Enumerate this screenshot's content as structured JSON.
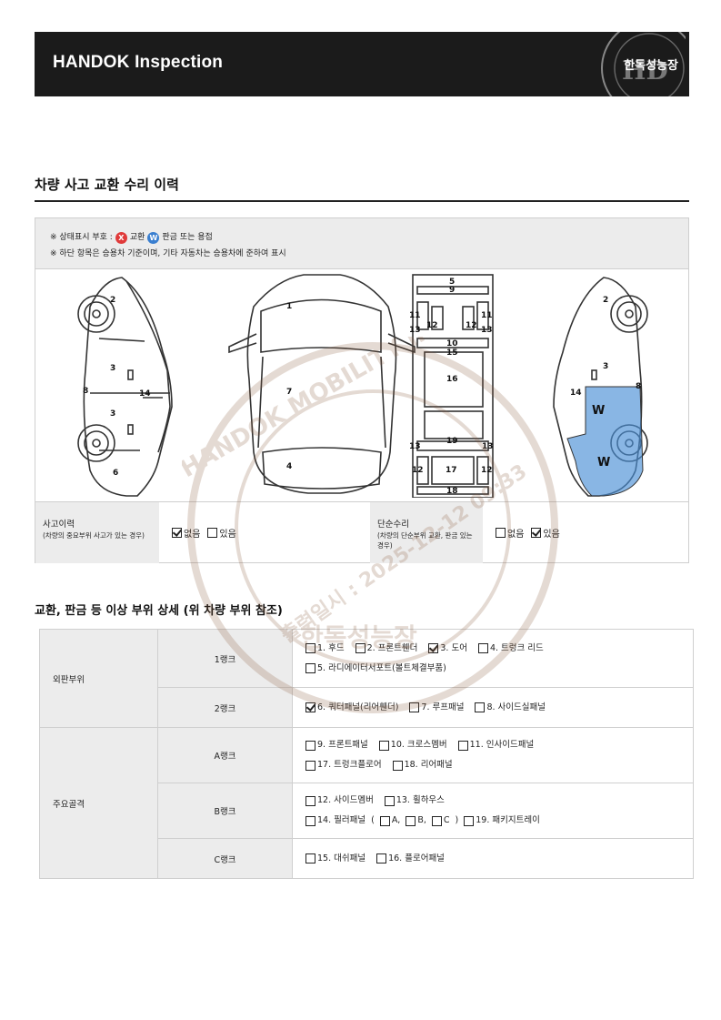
{
  "header": {
    "title": "HANDOK Inspection",
    "logo_text": "한독성능장"
  },
  "section": {
    "title": "차량 사고 교환 수리 이력"
  },
  "legend": {
    "line1_prefix": "※ 상태표시 부호 :",
    "exchange_label": "교환",
    "weld_label": "판금 또는 용접",
    "x_symbol": "X",
    "w_symbol": "W",
    "line2": "※ 하단 항목은 승용차 기준이며, 기타 자동차는 승용차에 준하여 표시"
  },
  "diagram": {
    "left_side_numbers": [
      "2",
      "3",
      "8",
      "14",
      "3",
      "6"
    ],
    "top_numbers": [
      "1",
      "7",
      "4"
    ],
    "frame_numbers": [
      "5",
      "9",
      "11",
      "11",
      "12",
      "12",
      "13",
      "13",
      "10",
      "15",
      "16",
      "19",
      "13",
      "13",
      "12",
      "17",
      "12",
      "18"
    ],
    "right_side_numbers": [
      "2",
      "3",
      "14",
      "8"
    ],
    "weld_marks": [
      "W",
      "W"
    ]
  },
  "status": {
    "accident_label": "사고이력",
    "accident_sub": "(차량의 중요부위 사고가 있는 경우)",
    "accident_none": "없음",
    "accident_yes": "있음",
    "simple_label": "단순수리",
    "simple_sub": "(차량의 단순부위 교환, 판금 있는 경우)",
    "simple_none": "없음",
    "simple_yes": "있음"
  },
  "detail": {
    "title": "교환, 판금 등 이상 부위 상세 (위 차량 부위 참조)",
    "outer_label": "외판부위",
    "frame_label": "주요골격",
    "rank1": "1랭크",
    "rank2": "2랭크",
    "rankA": "A랭크",
    "rankB": "B랭크",
    "rankC": "C랭크",
    "items": {
      "i1": "1. 후드",
      "i2": "2. 프론트휀더",
      "i3": "3. 도어",
      "i4": "4. 트렁크 리드",
      "i5": "5. 라디에이터서포트(볼트체결부품)",
      "i6": "6. 쿼터패널(리어휀더)",
      "i7": "7. 루프패널",
      "i8": "8. 사이드실패널",
      "i9": "9. 프론트패널",
      "i10": "10. 크로스멤버",
      "i11": "11. 인사이드패널",
      "i17": "17. 트렁크플로어",
      "i18": "18. 리어패널",
      "i12": "12. 사이드멤버",
      "i13": "13. 휠하우스",
      "i14": "14. 필러패널",
      "paren_open": "(",
      "pA": "A,",
      "pB": "B,",
      "pC": "C",
      "paren_close": ")",
      "i19": "19. 패키지트레이",
      "i15": "15. 대쉬패널",
      "i16": "16. 플로어패널"
    }
  },
  "watermark": {
    "text": "출력일시 : 2025-12-12 09:33",
    "ring_text": "HANDOK MOBILITY INSPECTION",
    "brand": "한독성능장"
  }
}
